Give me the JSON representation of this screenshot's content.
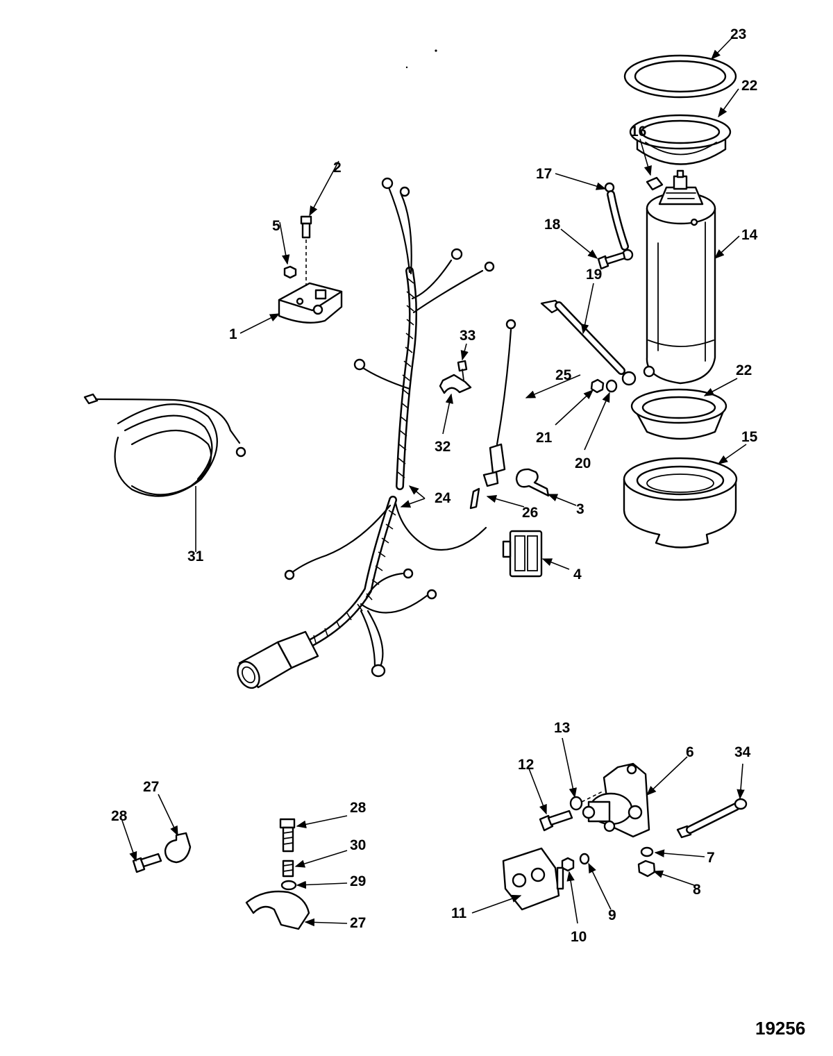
{
  "figure_number": "19256",
  "callouts": {
    "c1": "1",
    "c2": "2",
    "c3": "3",
    "c4": "4",
    "c5": "5",
    "c6": "6",
    "c7": "7",
    "c8": "8",
    "c9": "9",
    "c10": "10",
    "c11": "11",
    "c12": "12",
    "c13": "13",
    "c14": "14",
    "c15": "15",
    "c16": "16",
    "c17": "17",
    "c18": "18",
    "c19": "19",
    "c20": "20",
    "c21": "21",
    "c22a": "22",
    "c22b": "22",
    "c23": "23",
    "c24": "24",
    "c25": "25",
    "c26": "26",
    "c27a": "27",
    "c27b": "27",
    "c28a": "28",
    "c28b": "28",
    "c29": "29",
    "c30": "30",
    "c31": "31",
    "c32": "32",
    "c33": "33",
    "c34": "34"
  }
}
